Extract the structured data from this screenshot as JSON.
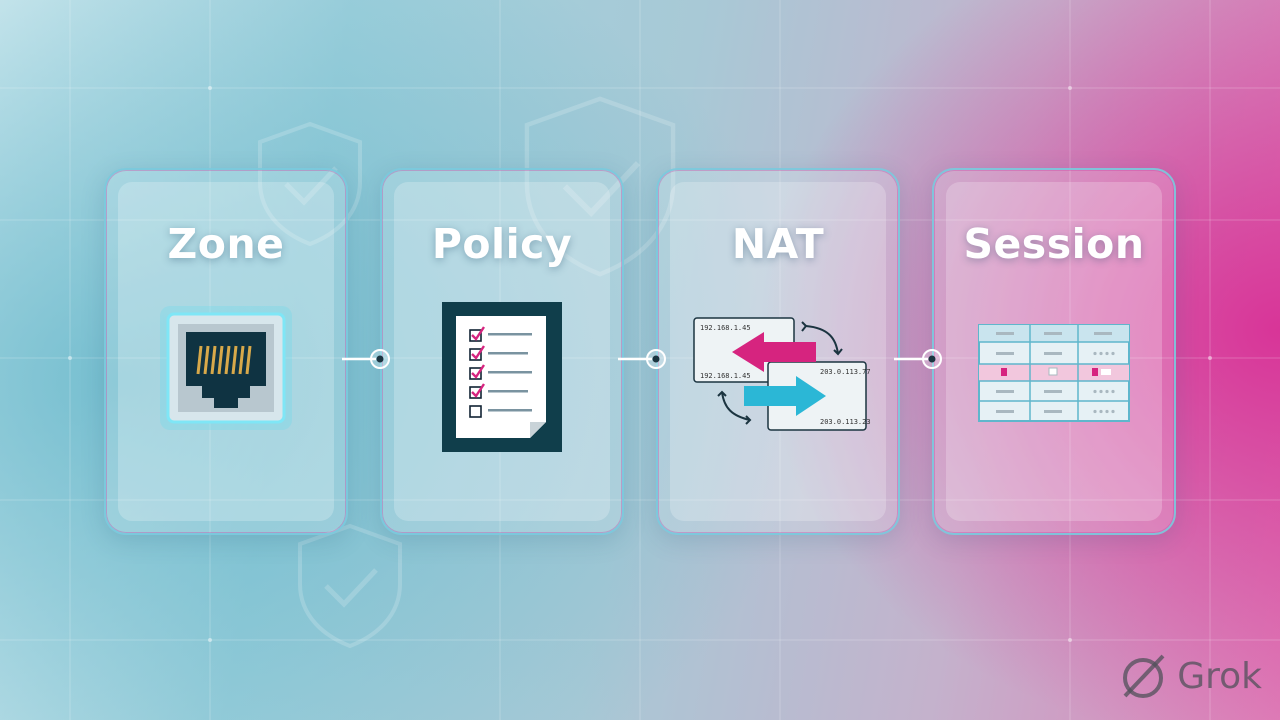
{
  "stages": [
    {
      "id": "zone",
      "title": "Zone",
      "icon": "ethernet-port-icon"
    },
    {
      "id": "policy",
      "title": "Policy",
      "icon": "checklist-document-icon"
    },
    {
      "id": "nat",
      "title": "NAT",
      "icon": "address-translation-icon"
    },
    {
      "id": "session",
      "title": "Session",
      "icon": "session-table-icon"
    }
  ],
  "nat": {
    "private_ip_top": "192.168.1.45",
    "private_ip_bottom": "192.168.1.45",
    "public_ip_top": "203.0.113.77",
    "public_ip_bottom": "203.0.113.23"
  },
  "watermark": {
    "text": "Grok",
    "icon": "grok-logo-icon"
  },
  "colors": {
    "accent_magenta": "#d6247f",
    "accent_cyan": "#2bb7d6",
    "card_border": "#78c8dc"
  }
}
